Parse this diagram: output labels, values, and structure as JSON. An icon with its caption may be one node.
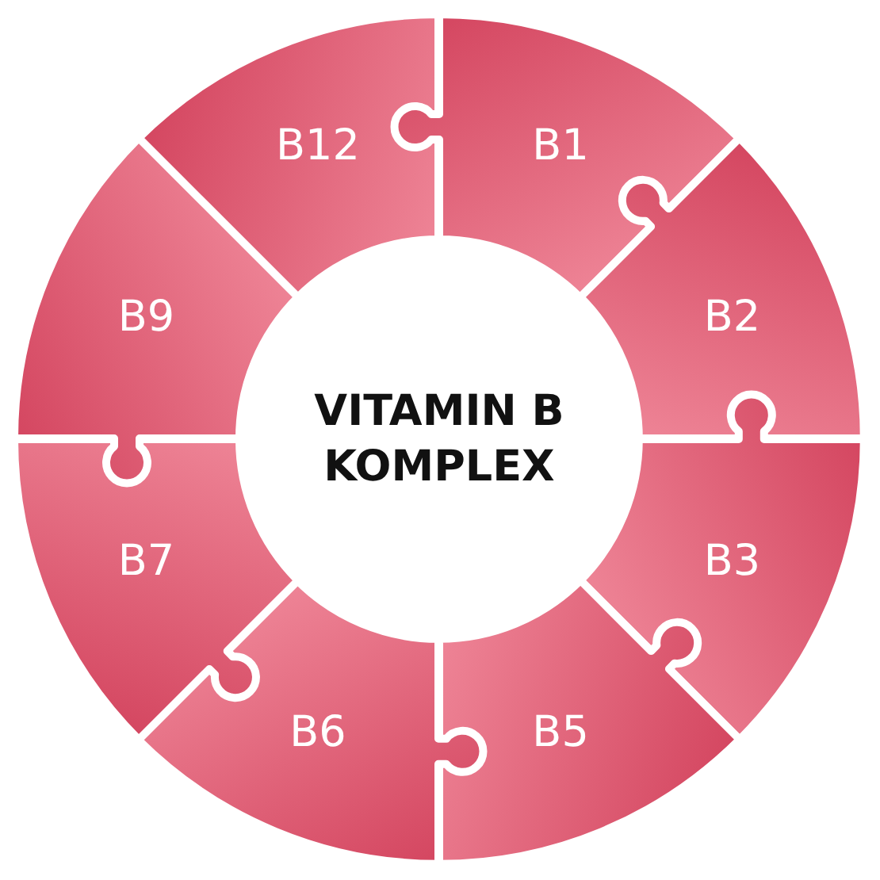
{
  "diagram": {
    "nodes": [
      {
        "text": [
          "VITAMIN B KOMPLEX"
        ]
      },
      {
        "text": [
          "B1"
        ]
      },
      {
        "text": [
          "B2"
        ]
      },
      {
        "text": [
          "B3"
        ]
      },
      {
        "text": [
          "B5"
        ]
      },
      {
        "text": [
          "B6"
        ]
      },
      {
        "text": [
          "B7"
        ]
      },
      {
        "text": [
          "B9"
        ]
      },
      {
        "text": [
          "B12"
        ]
      }
    ]
  }
}
